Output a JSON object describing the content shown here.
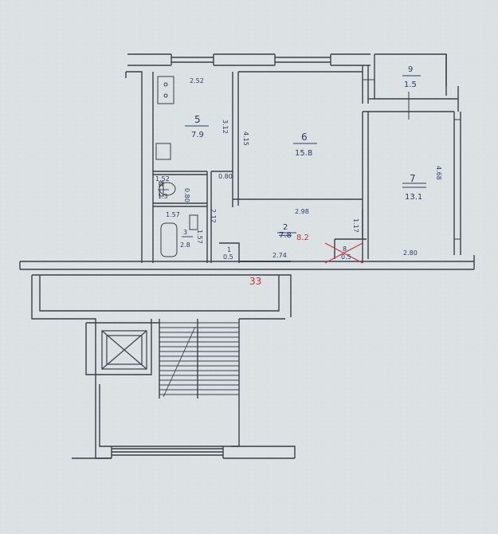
{
  "rooms": [
    {
      "id": "9",
      "number": "9",
      "area": "1.5"
    },
    {
      "id": "5",
      "number": "5",
      "area": "7.9"
    },
    {
      "id": "6",
      "number": "6",
      "area": "15.8"
    },
    {
      "id": "7",
      "number": "7",
      "area": "13.1"
    },
    {
      "id": "4",
      "number": "4",
      "area": "1.3"
    },
    {
      "id": "3",
      "number": "3",
      "area": "2.8"
    },
    {
      "id": "2",
      "number": "2",
      "area": "7.8"
    },
    {
      "id": "1",
      "number": "1",
      "area": "0.5"
    },
    {
      "id": "8",
      "number": "8",
      "area": "0.5"
    }
  ],
  "dimensions": {
    "kitchen_width": "2.52",
    "kitchen_depth": "3.12",
    "room6_depth": "4.15",
    "room7_depth": "4.68",
    "room7_width": "2.80",
    "toilet_width": "1.52",
    "toilet_depth": "0.80",
    "wc_side": "0.80",
    "bath_width": "1.57",
    "bath_depth": "1.57",
    "hall_side": "2.12",
    "hall_width": "2.98",
    "hall_bottom": "2.74",
    "closet_depth": "1.17"
  },
  "corrected_area": "8.2",
  "flat_label": "33"
}
